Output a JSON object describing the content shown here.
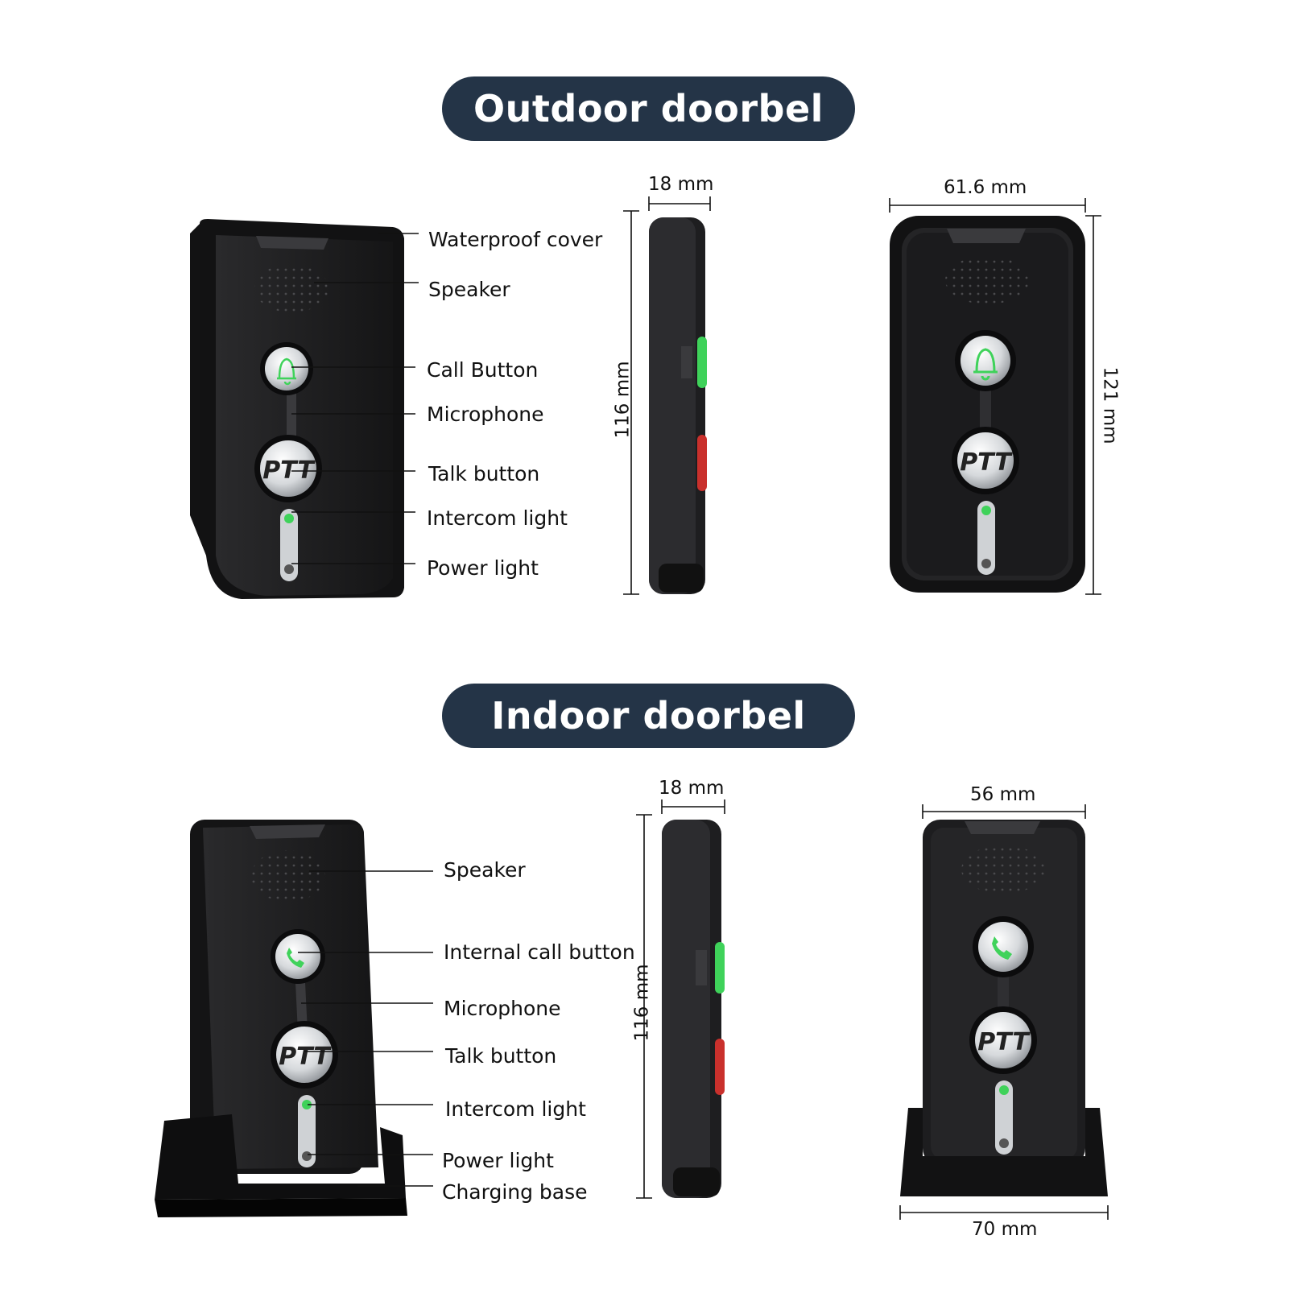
{
  "sections": {
    "outdoor": {
      "title": "Outdoor doorbel",
      "labels": [
        "Waterproof cover",
        "Speaker",
        "Call Button",
        "Microphone",
        "Talk button",
        "Intercom light",
        "Power light"
      ],
      "dims": {
        "side_thickness": "18 mm",
        "side_height": "116 mm",
        "front_width": "61.6 mm",
        "front_height": "121 mm"
      }
    },
    "indoor": {
      "title": "Indoor doorbel",
      "labels": [
        "Speaker",
        "Internal call button",
        "Microphone",
        "Talk button",
        "Intercom light",
        "Power light",
        "Charging base"
      ],
      "dims": {
        "side_thickness": "18 mm",
        "side_height": "116 mm",
        "front_width": "56 mm",
        "base_width": "70 mm"
      }
    }
  },
  "button_text": "PTT",
  "colors": {
    "pill": "#243447",
    "device": "#1c1c1e",
    "green": "#3fd25a",
    "red": "#c9302c"
  }
}
